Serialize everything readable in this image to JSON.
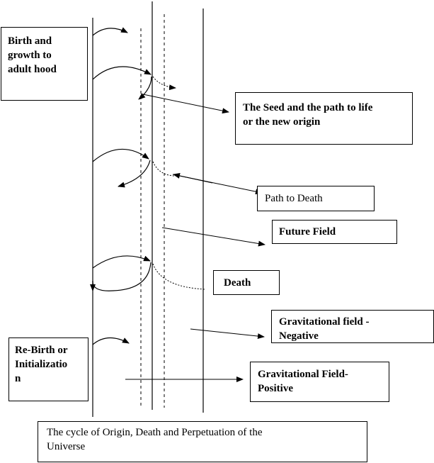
{
  "labels": {
    "birth": [
      "Birth and",
      "growth to",
      "adult hood"
    ],
    "seed": [
      "The Seed and the path to life",
      "or the new origin"
    ],
    "path_to_death": "Path to Death",
    "future_field": "Future Field",
    "death": "Death",
    "grav_negative": [
      "Gravitational field -",
      "Negative"
    ],
    "rebirth": [
      "Re-Birth or",
      "Initializatio",
      "n"
    ],
    "grav_positive": [
      "Gravitational Field-",
      "Positive"
    ],
    "caption": [
      "The cycle of Origin, Death and Perpetuation of the",
      "Universe"
    ]
  }
}
